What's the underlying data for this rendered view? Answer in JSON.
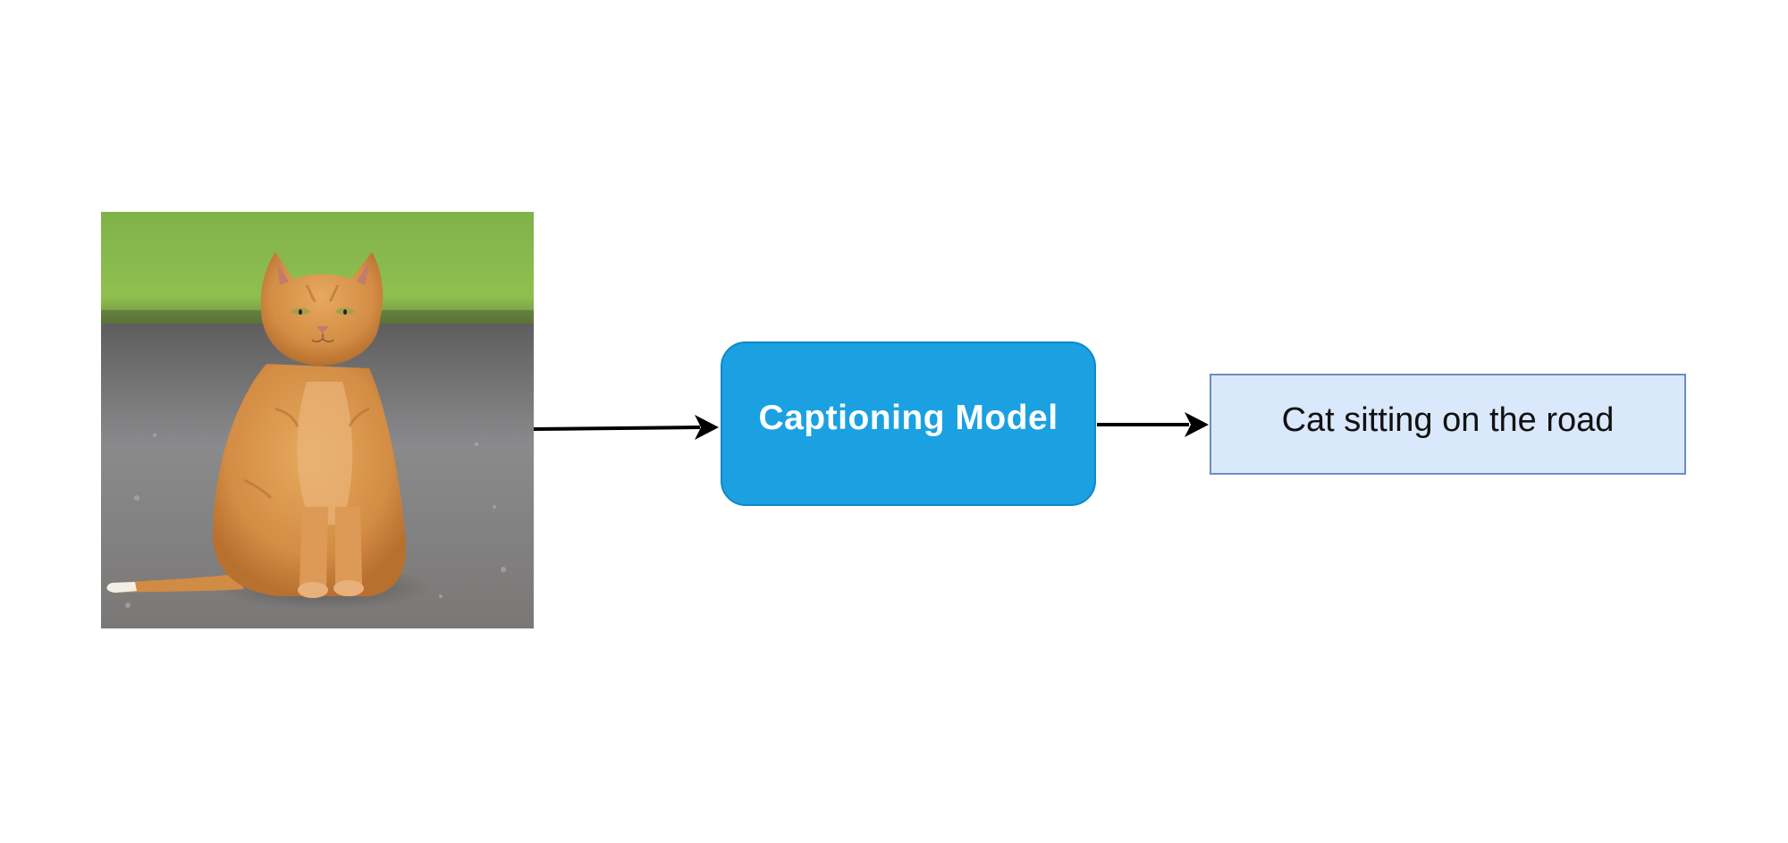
{
  "diagram": {
    "nodes": [
      {
        "id": "input-image",
        "kind": "image",
        "icon": "cat-photo-image"
      },
      {
        "id": "captioning-model",
        "kind": "process",
        "label": "Captioning Model",
        "fill": "#1ba1e2",
        "stroke": "#0f88c9",
        "text_color": "#ffffff"
      },
      {
        "id": "caption-output",
        "kind": "output",
        "label": "Cat sitting on the road",
        "fill": "#dae8fc",
        "stroke": "#6c8ebf",
        "text_color": "#111111"
      }
    ],
    "edges": [
      {
        "from": "input-image",
        "to": "captioning-model"
      },
      {
        "from": "captioning-model",
        "to": "caption-output"
      }
    ]
  }
}
